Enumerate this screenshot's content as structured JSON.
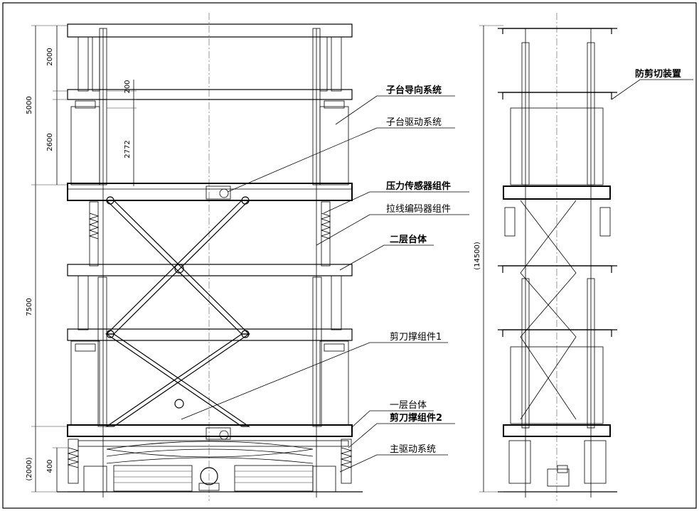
{
  "labels": {
    "zitai_daoxiang": "子台导向系统",
    "zitai_qudong": "子台驱动系统",
    "yali_chuanganqi": "压力传感器组件",
    "laxian_bianmaqi": "拉线编码器组件",
    "erceng_taiti": "二层台体",
    "jiandaocheng_1": "剪刀撑组件1",
    "yiceng_taiti": "一层台体",
    "jiandaocheng_2": "剪刀撑组件2",
    "zhu_qudong": "主驱动系统",
    "fang_jianqie": "防剪切装置"
  },
  "dimensions": {
    "d2000_top": "2000",
    "d5000": "5000",
    "d200": "200",
    "d2600": "2600",
    "d2772": "2772",
    "d7500": "7500",
    "d2000_bottom": "(2000)",
    "d400": "400",
    "d14500": "(14500)"
  }
}
